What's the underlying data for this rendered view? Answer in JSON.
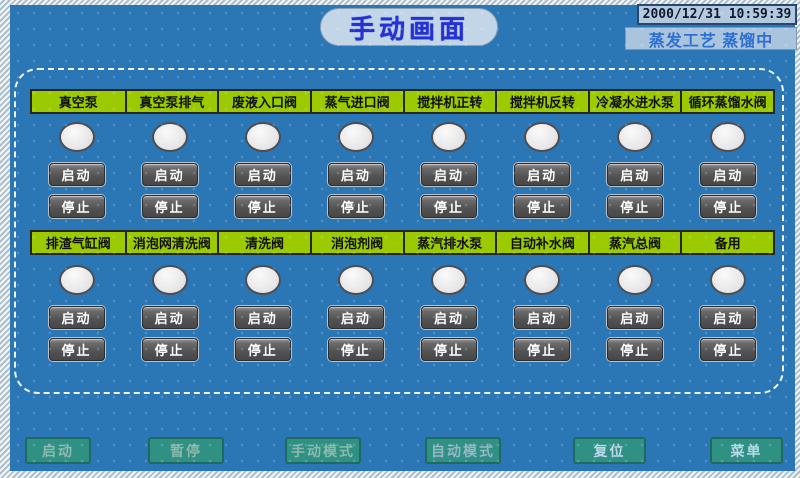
{
  "title": "手动画面",
  "clock": "2000/12/31 10:59:39",
  "status": "蒸发工艺 蒸馏中",
  "colors": {
    "background": "#2b77b5",
    "header_green": "#9cca00",
    "button_gray": "#525252",
    "footer_teal": "#2e9184",
    "title_text": "#2531d1",
    "status_text": "#2d6fd0",
    "lamp_fill": "#e9e9eb"
  },
  "controls": {
    "start_label": "启动",
    "stop_label": "停止",
    "rows": [
      {
        "items": [
          "真空泵",
          "真空泵排气",
          "废液入口阀",
          "蒸气进口阀",
          "搅拌机正转",
          "搅拌机反转",
          "冷凝水进水泵",
          "循环蒸馏水阀"
        ]
      },
      {
        "items": [
          "排渣气缸阀",
          "消泡网清洗阀",
          "清洗阀",
          "消泡剂阀",
          "蒸汽排水泵",
          "自动补水阀",
          "蒸汽总阀",
          "备用"
        ]
      }
    ]
  },
  "footer": {
    "buttons": [
      "启动",
      "暂停",
      "手动模式",
      "自动模式",
      "复位",
      "菜单"
    ]
  }
}
